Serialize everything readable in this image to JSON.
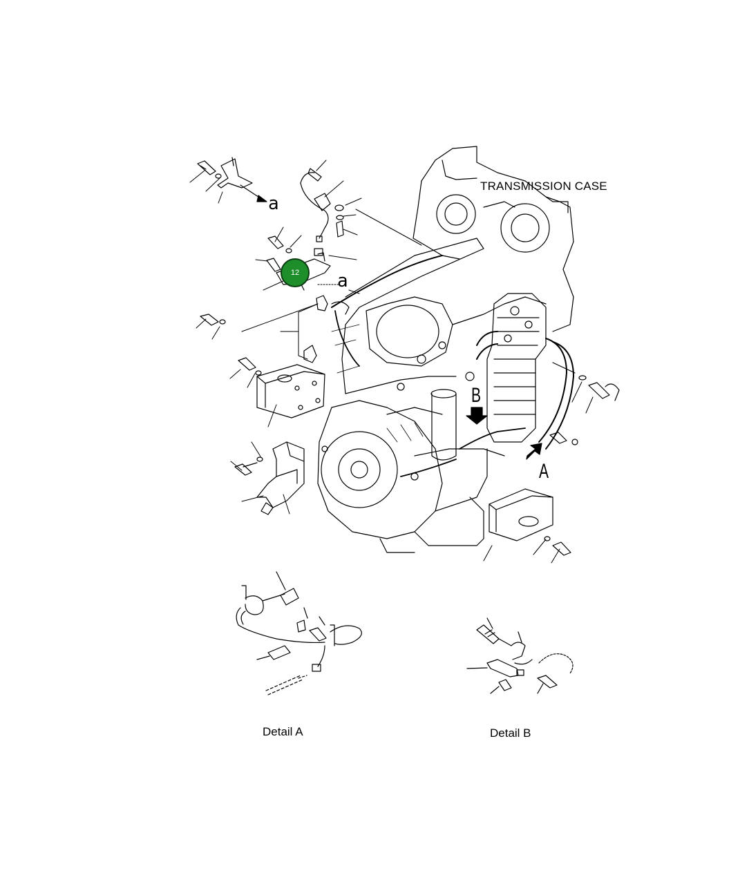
{
  "labels": {
    "transmission_case": "TRANSMISSION CASE",
    "detail_a": "Detail A",
    "detail_b": "Detail B",
    "view_a": "A",
    "view_b": "B",
    "ref_a_1": "a",
    "ref_a_2": "a"
  },
  "callouts": [
    {
      "number": "12",
      "color": "#1e8e2a"
    }
  ]
}
